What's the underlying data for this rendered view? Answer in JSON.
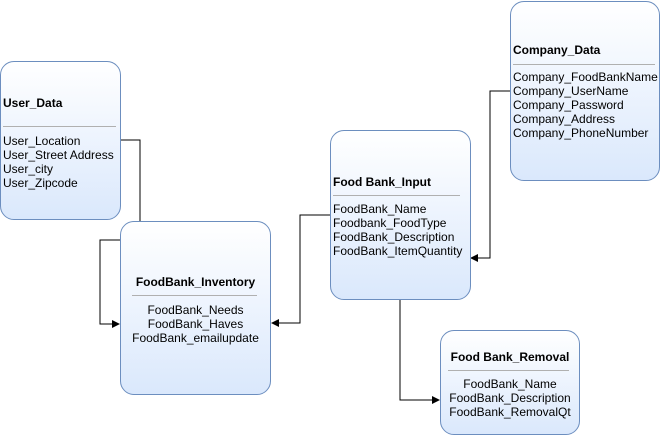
{
  "colors": {
    "box_border": "#6c8ebf",
    "box_fill_top": "#ffffff",
    "box_fill_bottom": "#dae8fc",
    "edge": "#000000"
  },
  "nodes": {
    "user_data": {
      "title": "User_Data",
      "fields": [
        "User_Location",
        "User_Street Address",
        "User_city",
        "User_Zipcode"
      ]
    },
    "company_data": {
      "title": "Company_Data",
      "fields": [
        "Company_FoodBankName",
        "Company_UserName",
        "Company_Password",
        "Company_Address",
        "Company_PhoneNumber"
      ]
    },
    "food_bank_input": {
      "title": "Food Bank_Input",
      "fields": [
        "FoodBank_Name",
        "Foodbank_FoodType",
        "FoodBank_Description",
        "FoodBank_ItemQuantity"
      ]
    },
    "foodbank_inventory": {
      "title": "FoodBank_Inventory",
      "fields": [
        "FoodBank_Needs",
        "FoodBank_Haves",
        "FoodBank_emailupdate"
      ]
    },
    "food_bank_removal": {
      "title": "Food Bank_Removal",
      "fields": [
        "FoodBank_Name",
        "FoodBank_Description",
        "FoodBank_RemovalQt"
      ]
    }
  }
}
